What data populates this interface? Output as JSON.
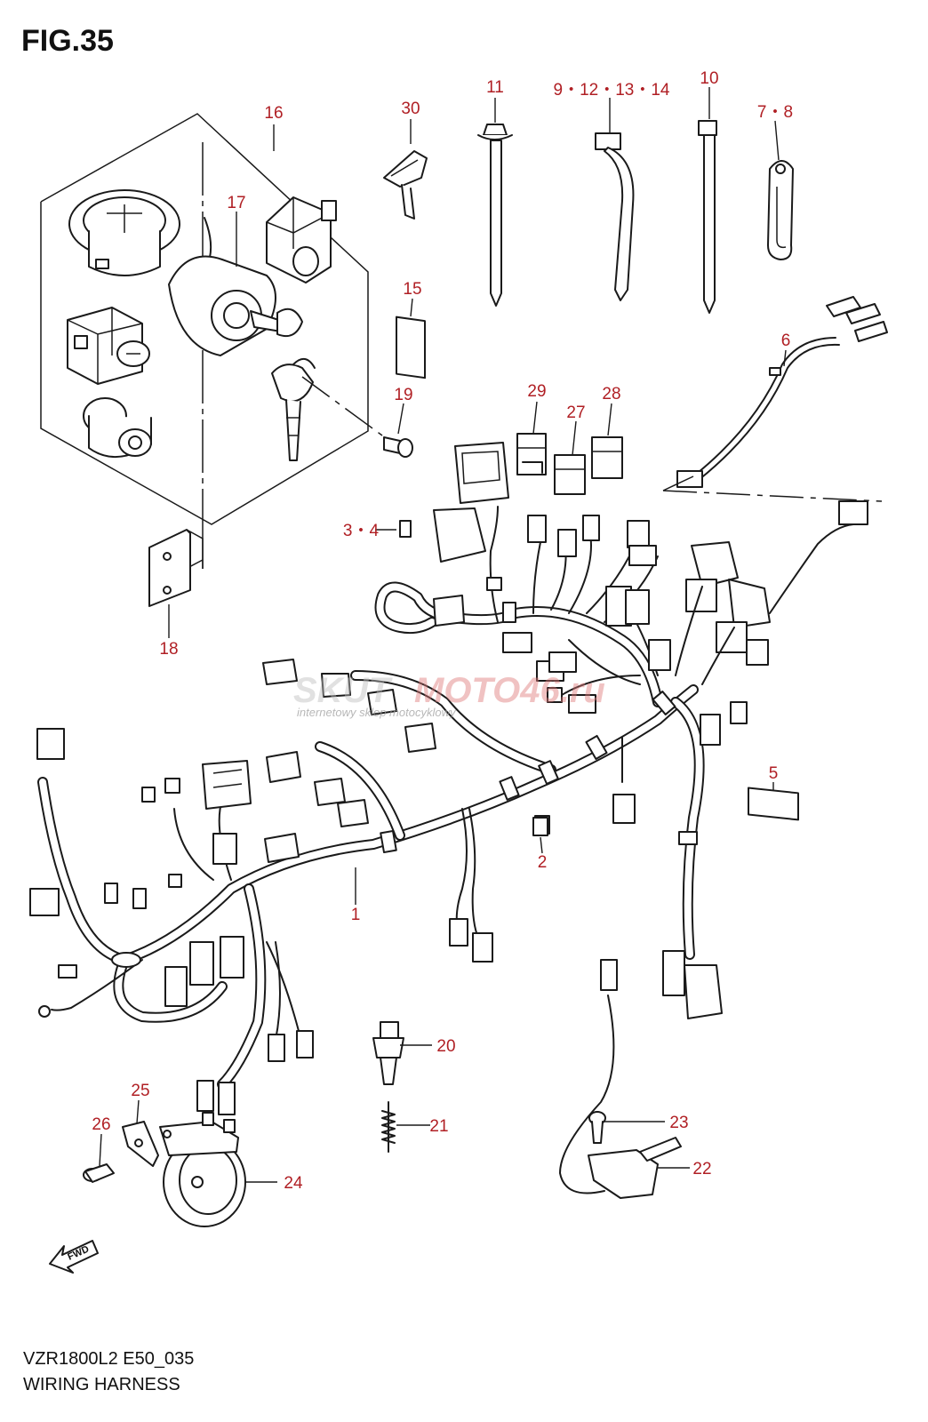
{
  "figure": {
    "title": "FIG.35",
    "model_code": "VZR1800L2 E50_035",
    "caption": "WIRING HARNESS",
    "direction_label": "FWD",
    "watermark": {
      "brand_part1": "SKUT",
      "brand_part2": "MOTO46.ru",
      "tagline": "internetowy sklep motocyklowy"
    }
  },
  "callouts": [
    {
      "id": "c1",
      "label": "1"
    },
    {
      "id": "c2",
      "label": "2"
    },
    {
      "id": "c34",
      "label": "3・4"
    },
    {
      "id": "c5",
      "label": "5"
    },
    {
      "id": "c6",
      "label": "6"
    },
    {
      "id": "c78",
      "label": "7・8"
    },
    {
      "id": "c912",
      "label": "9・12・13・14"
    },
    {
      "id": "c10",
      "label": "10"
    },
    {
      "id": "c11",
      "label": "11"
    },
    {
      "id": "c15",
      "label": "15"
    },
    {
      "id": "c16",
      "label": "16"
    },
    {
      "id": "c17",
      "label": "17"
    },
    {
      "id": "c18",
      "label": "18"
    },
    {
      "id": "c19",
      "label": "19"
    },
    {
      "id": "c20",
      "label": "20"
    },
    {
      "id": "c21",
      "label": "21"
    },
    {
      "id": "c22",
      "label": "22"
    },
    {
      "id": "c23",
      "label": "23"
    },
    {
      "id": "c24",
      "label": "24"
    },
    {
      "id": "c25",
      "label": "25"
    },
    {
      "id": "c26",
      "label": "26"
    },
    {
      "id": "c27",
      "label": "27"
    },
    {
      "id": "c28",
      "label": "28"
    },
    {
      "id": "c29",
      "label": "29"
    },
    {
      "id": "c30",
      "label": "30"
    }
  ]
}
